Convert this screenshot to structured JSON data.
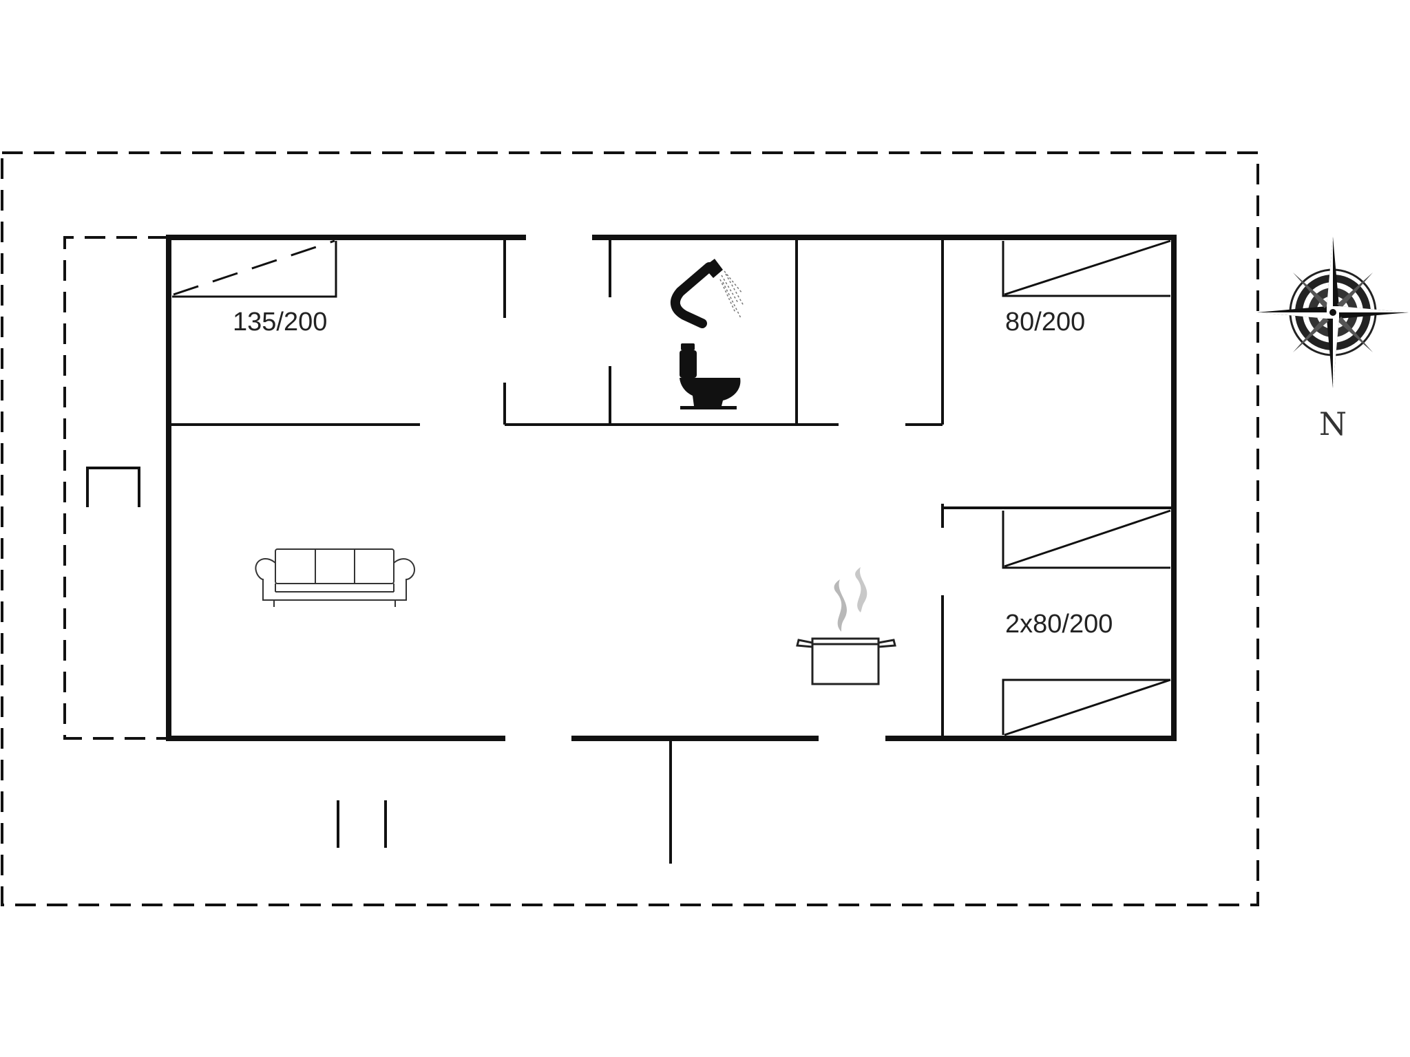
{
  "plan": {
    "beds": {
      "master": "135/200",
      "single": "80/200",
      "twin": "2x80/200"
    },
    "compass": {
      "north_label": "N"
    },
    "icons": {
      "shower": "shower-icon",
      "toilet": "toilet-icon",
      "sofa": "sofa-icon",
      "cooking_pot": "cooking-pot-icon",
      "compass_rose": "compass-rose-icon"
    },
    "colors": {
      "wall": "#111111",
      "icon_grey": "#b0b0b0",
      "background": "#ffffff"
    }
  }
}
